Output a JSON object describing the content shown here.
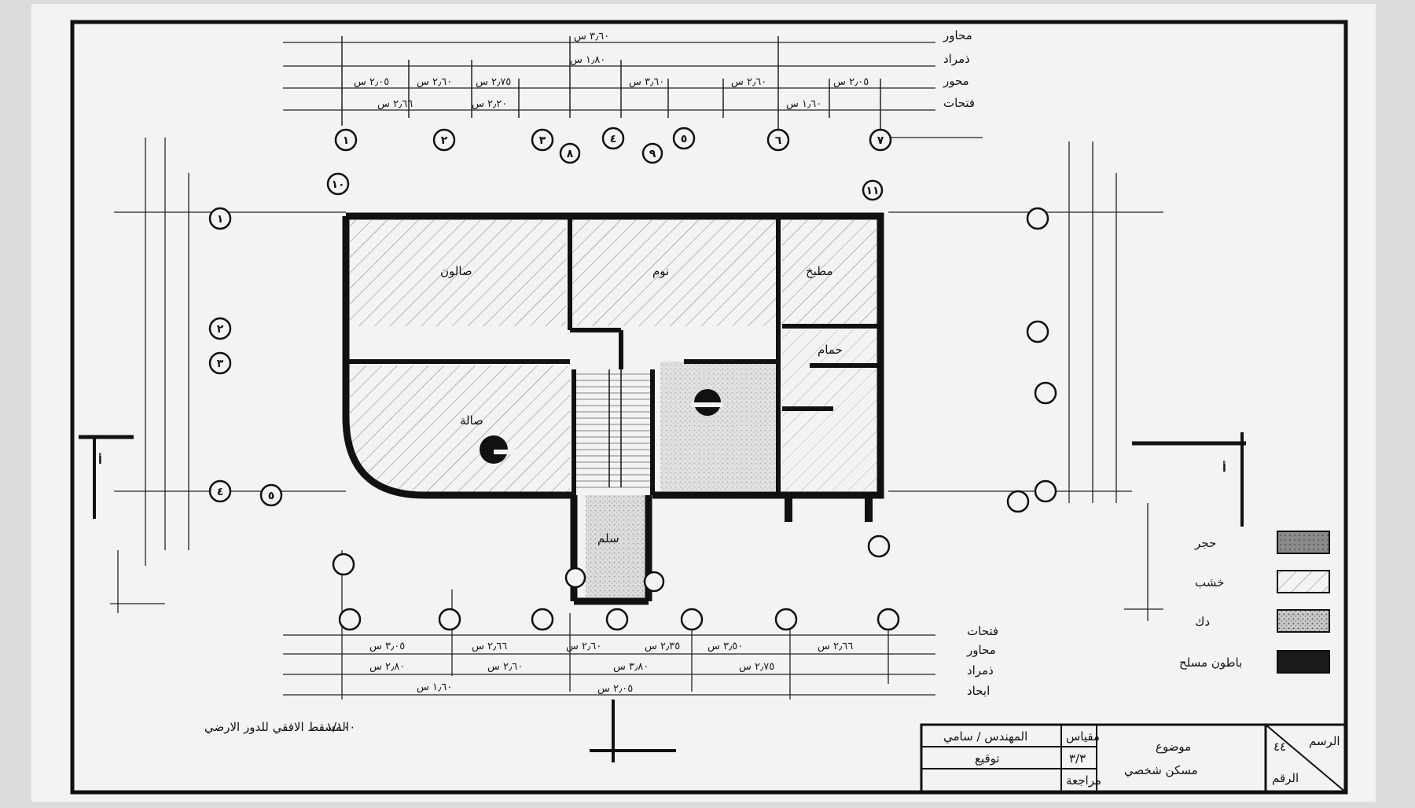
{
  "sheet": {
    "title_left": "المسقط الافقي للدور الارضي",
    "scale": "١/١٠٠"
  },
  "dimension_rows_top": [
    "محاور",
    "ذمراد",
    "محور",
    "فتحات"
  ],
  "dimension_rows_bottom": [
    "فتحات",
    "محاور",
    "ذمراد",
    "ايحاد"
  ],
  "top_dimensions": [
    "٢٫٠٥ س",
    "٢٫٦٠ س",
    "٢٫٧٥ س",
    "٣٫٦٠ س",
    "١٫٨٠ س",
    "٣٫٦٠ س",
    "٢٫٢٠ س",
    "٢٫٦٦ س",
    "٢٫٦٠ س",
    "٢٫٠٥ س",
    "١٫٦٠ س"
  ],
  "bottom_dimensions": [
    "٣٫٠٥ س",
    "٢٫٦٦ س",
    "٢٫٦٠ س",
    "٢٫٣٥ س",
    "٣٫٥٠ س",
    "٢٫٦٦ س",
    "٢٫٨٠ س",
    "٢٫٦٠ س",
    "٣٫٨٠ س",
    "٢٫٧٥ س",
    "٢٫٠٥ س",
    "١٫٦٠ س"
  ],
  "room_labels": [
    {
      "name": "room-living",
      "text": "صالة"
    },
    {
      "name": "room-bedroom",
      "text": "نوم"
    },
    {
      "name": "room-kitchen",
      "text": "مطبخ"
    },
    {
      "name": "room-bath",
      "text": "حمام"
    },
    {
      "name": "room-stair",
      "text": "سلم"
    },
    {
      "name": "room-salon",
      "text": "صالون"
    }
  ],
  "axis_labels_top": [
    "١",
    "٢",
    "٣",
    "٤",
    "٥",
    "٦",
    "٧",
    "٨",
    "٩",
    "١٠",
    "١١"
  ],
  "axis_labels_side": [
    "١",
    "٢",
    "٣",
    "٤",
    "٥"
  ],
  "section_markers": {
    "left": "أ",
    "right": "أ"
  },
  "legend": {
    "items": [
      {
        "label": "حجر",
        "pattern": "stone",
        "color": "#8a8a8a"
      },
      {
        "label": "خشب",
        "pattern": "hatch",
        "color": "#ffffff"
      },
      {
        "label": "دك",
        "pattern": "speckle",
        "color": "#b0b0b0"
      },
      {
        "label": "باطون مسلح",
        "pattern": "solid",
        "color": "#1a1a1a"
      }
    ]
  },
  "title_block": {
    "project": "موضوع",
    "project_sub": "مسكن شخصي",
    "cells": [
      "مقياس",
      "٣/٣",
      "مراجعة"
    ],
    "row1": "المهندس / سامي",
    "row2": "توقيع",
    "sheet_no": "٤٤",
    "stamp1": "الرسم",
    "stamp2": "الرقم"
  }
}
